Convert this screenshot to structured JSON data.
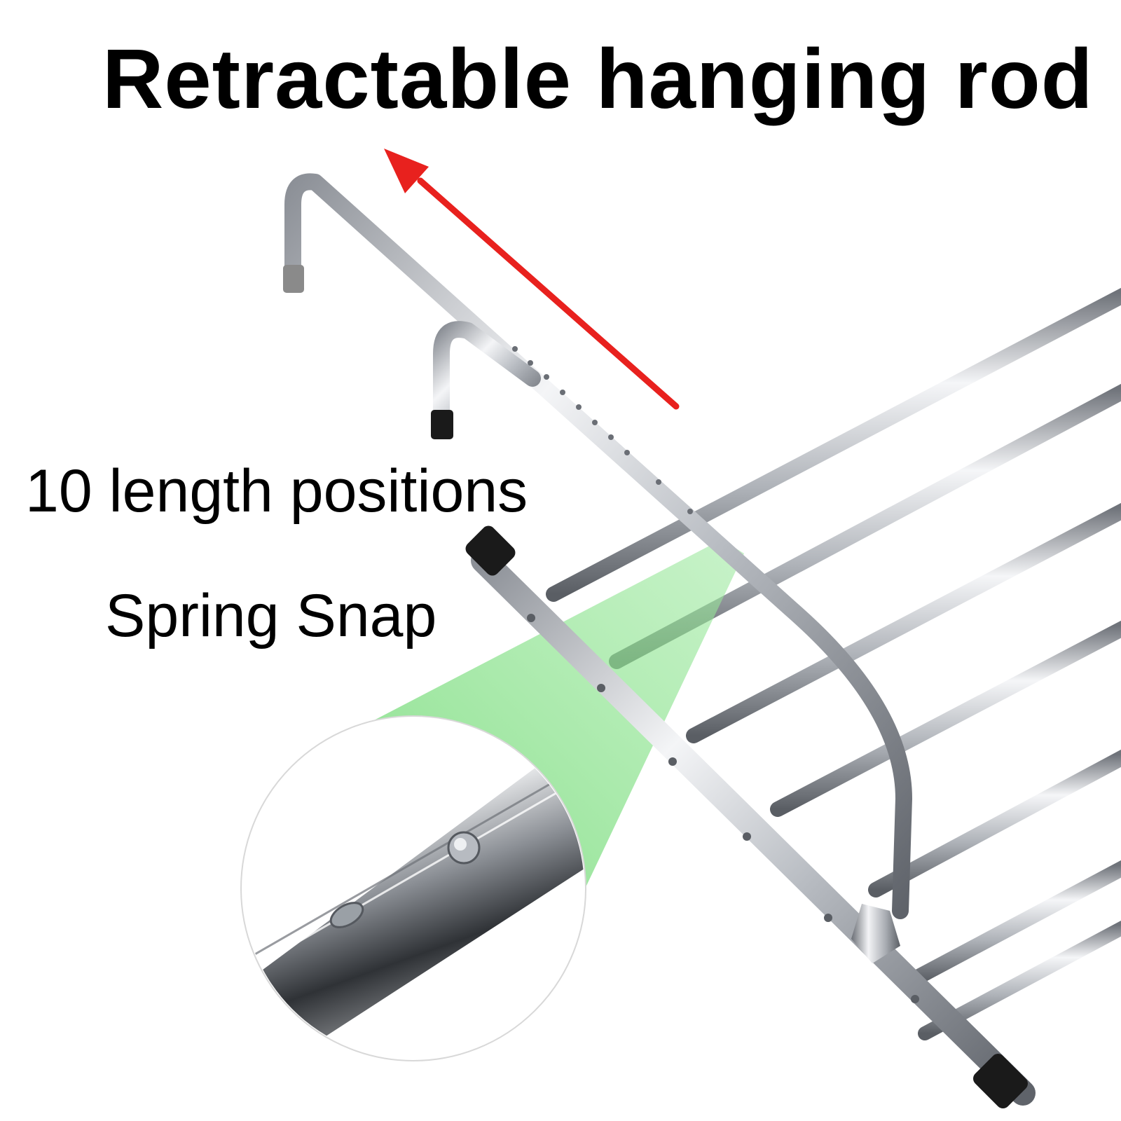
{
  "captions": {
    "title": "Retractable hanging rod",
    "positions": "10 length positions",
    "spring": "Spring Snap"
  },
  "colors": {
    "arrow": "#e8211e",
    "highlight": "#7bdc7e",
    "steel_light": "#f2f3f5",
    "steel_dark": "#6d7178",
    "end_cap": "#1a1a1a",
    "hook_tip_gray": "#8a8a8a"
  },
  "icons": {
    "direction_arrow": "arrow-up-left-icon"
  }
}
